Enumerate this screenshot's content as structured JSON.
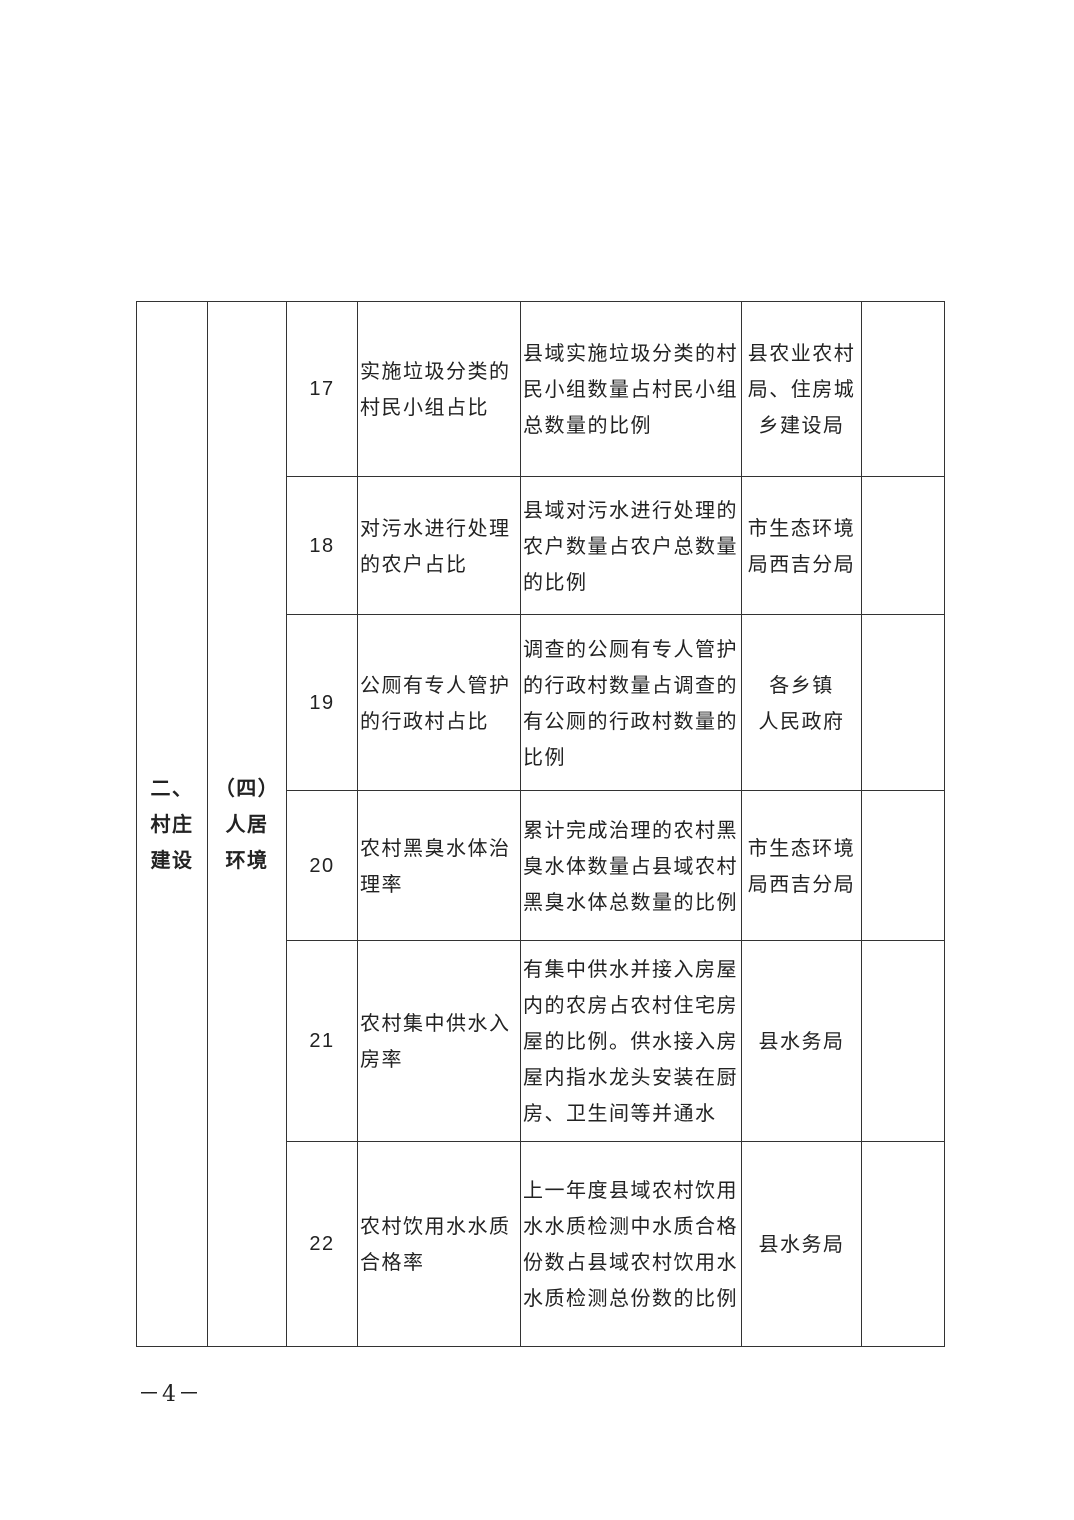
{
  "category_level1": [
    "二、",
    "村庄",
    "建设"
  ],
  "category_level2": [
    "（四）",
    "人居",
    "环境"
  ],
  "rows": [
    {
      "num": "17",
      "name": "实施垃圾分类的村民小组占比",
      "desc": "县域实施垃圾分类的村民小组数量占村民小组总数量的比例",
      "dept": [
        "县农业农村",
        "局、住房城",
        "乡建设局"
      ]
    },
    {
      "num": "18",
      "name": "对污水进行处理的农户占比",
      "desc": "县域对污水进行处理的农户数量占农户总数量的比例",
      "dept": [
        "市生态环境",
        "局西吉分局"
      ]
    },
    {
      "num": "19",
      "name": "公厕有专人管护的行政村占比",
      "desc": "调查的公厕有专人管护的行政村数量占调查的有公厕的行政村数量的比例",
      "dept": [
        "各乡镇",
        "人民政府"
      ]
    },
    {
      "num": "20",
      "name": "农村黑臭水体治理率",
      "desc": "累计完成治理的农村黑臭水体数量占县域农村黑臭水体总数量的比例",
      "dept": [
        "市生态环境",
        "局西吉分局"
      ]
    },
    {
      "num": "21",
      "name": "农村集中供水入房率",
      "desc": "有集中供水并接入房屋内的农房占农村住宅房屋的比例。供水接入房屋内指水龙头安装在厨房、卫生间等并通水",
      "dept": [
        "县水务局"
      ]
    },
    {
      "num": "22",
      "name": "农村饮用水水质合格率",
      "desc": "上一年度县域农村饮用水水质检测中水质合格份数占县域农村饮用水水质检测总份数的比例",
      "dept": [
        "县水务局"
      ]
    }
  ],
  "page_number": "－4－"
}
